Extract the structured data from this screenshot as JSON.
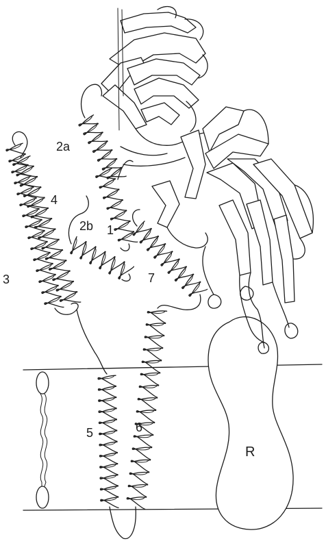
{
  "figure": {
    "helix_labels": {
      "h1": "1",
      "h2a": "2a",
      "h2b": "2b",
      "h3": "3",
      "h4": "4",
      "h5": "5",
      "h6": "6",
      "h7": "7"
    },
    "receptor_label": "R"
  },
  "colors": {
    "ink": "#1c1c1c",
    "background": "#ffffff"
  }
}
